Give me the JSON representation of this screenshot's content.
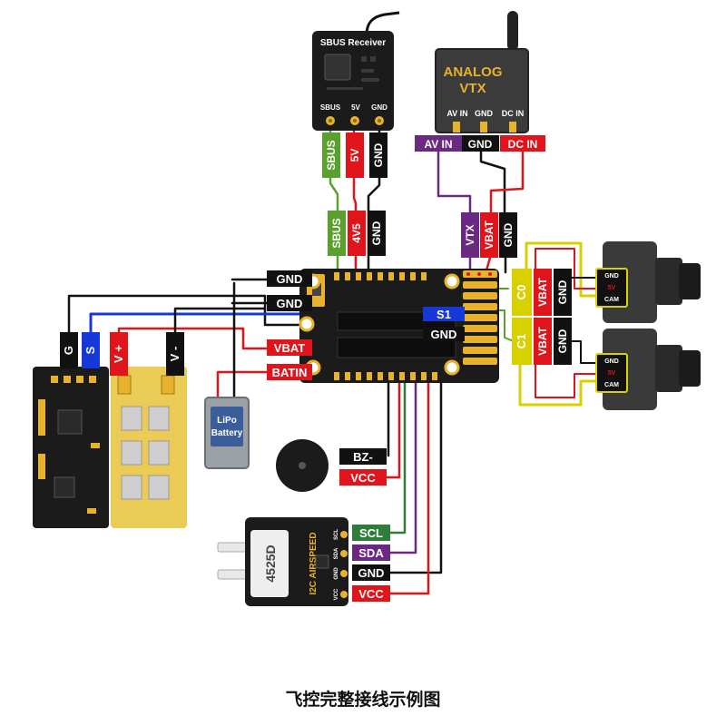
{
  "caption": "飞控完整接线示例图",
  "receiver": {
    "title": "SBUS Receiver",
    "pins": [
      "SBUS",
      "5V",
      "GND"
    ]
  },
  "vtx": {
    "title_line1": "ANALOG",
    "title_line2": "VTX",
    "pins": [
      "AV IN",
      "GND",
      "DC IN"
    ]
  },
  "receiver_tags": [
    "SBUS",
    "5V",
    "GND"
  ],
  "fc_rx_tags": [
    "SBUS",
    "4V5",
    "GND"
  ],
  "vtx_tags": [
    "AV IN",
    "GND",
    "DC IN"
  ],
  "fc_vtx_tags": [
    "VTX",
    "VBAT",
    "GND"
  ],
  "fc_left_labels": {
    "gnd1": "GND",
    "gnd2": "GND",
    "vbat": "VBAT",
    "batin": "BATIN"
  },
  "fc_board": {
    "s1": "S1",
    "gnd": "GND"
  },
  "esc_tags": [
    "G",
    "S",
    "V +",
    "V -"
  ],
  "battery": {
    "line1": "LiPo",
    "line2": "Battery"
  },
  "buzzer_labels": [
    "BZ-",
    "VCC"
  ],
  "airspeed": {
    "sensor": "4525D",
    "name": "I2C AIRSPEED",
    "pins": [
      "SCL",
      "SDA",
      "GND",
      "VCC"
    ]
  },
  "airspeed_labels": [
    "SCL",
    "SDA",
    "GND",
    "VCC"
  ],
  "cam_switch": {
    "c0": "C0",
    "c1": "C1",
    "vbat0": "VBAT",
    "gnd0": "GND",
    "vbat1": "VBAT",
    "gnd1": "GND"
  },
  "camera_pins": [
    "GND",
    "5V",
    "CAM"
  ],
  "colors": {
    "gnd": "#111111",
    "vbat": "#e0141b",
    "signal_green": "#5aa02c",
    "purple": "#6b2a82",
    "blue": "#1638d8",
    "yellow": "#d8d000",
    "board": "#222222",
    "gold": "#e8b22c",
    "esc_body": "#eacb55",
    "i2c_green": "#2e7d3a"
  }
}
